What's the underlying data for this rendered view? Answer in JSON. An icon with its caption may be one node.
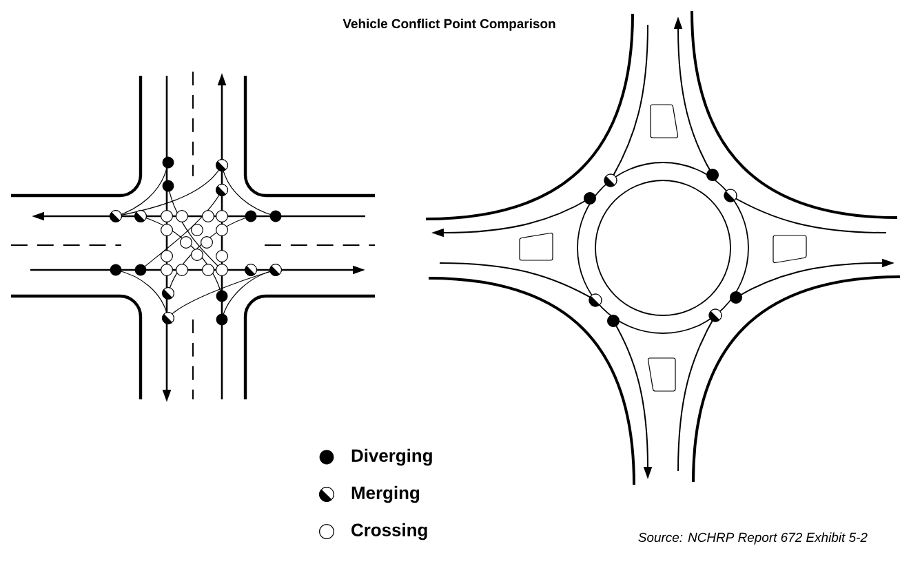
{
  "diagram": {
    "title": "Vehicle Conflict Point Comparison",
    "labels": [
      "Source: NCHRP Report 672 Exhibit 5-2"
    ],
    "legend": [
      {
        "text": "Diverging"
      },
      {
        "text": "Merging"
      },
      {
        "text": "Crossing"
      }
    ]
  }
}
